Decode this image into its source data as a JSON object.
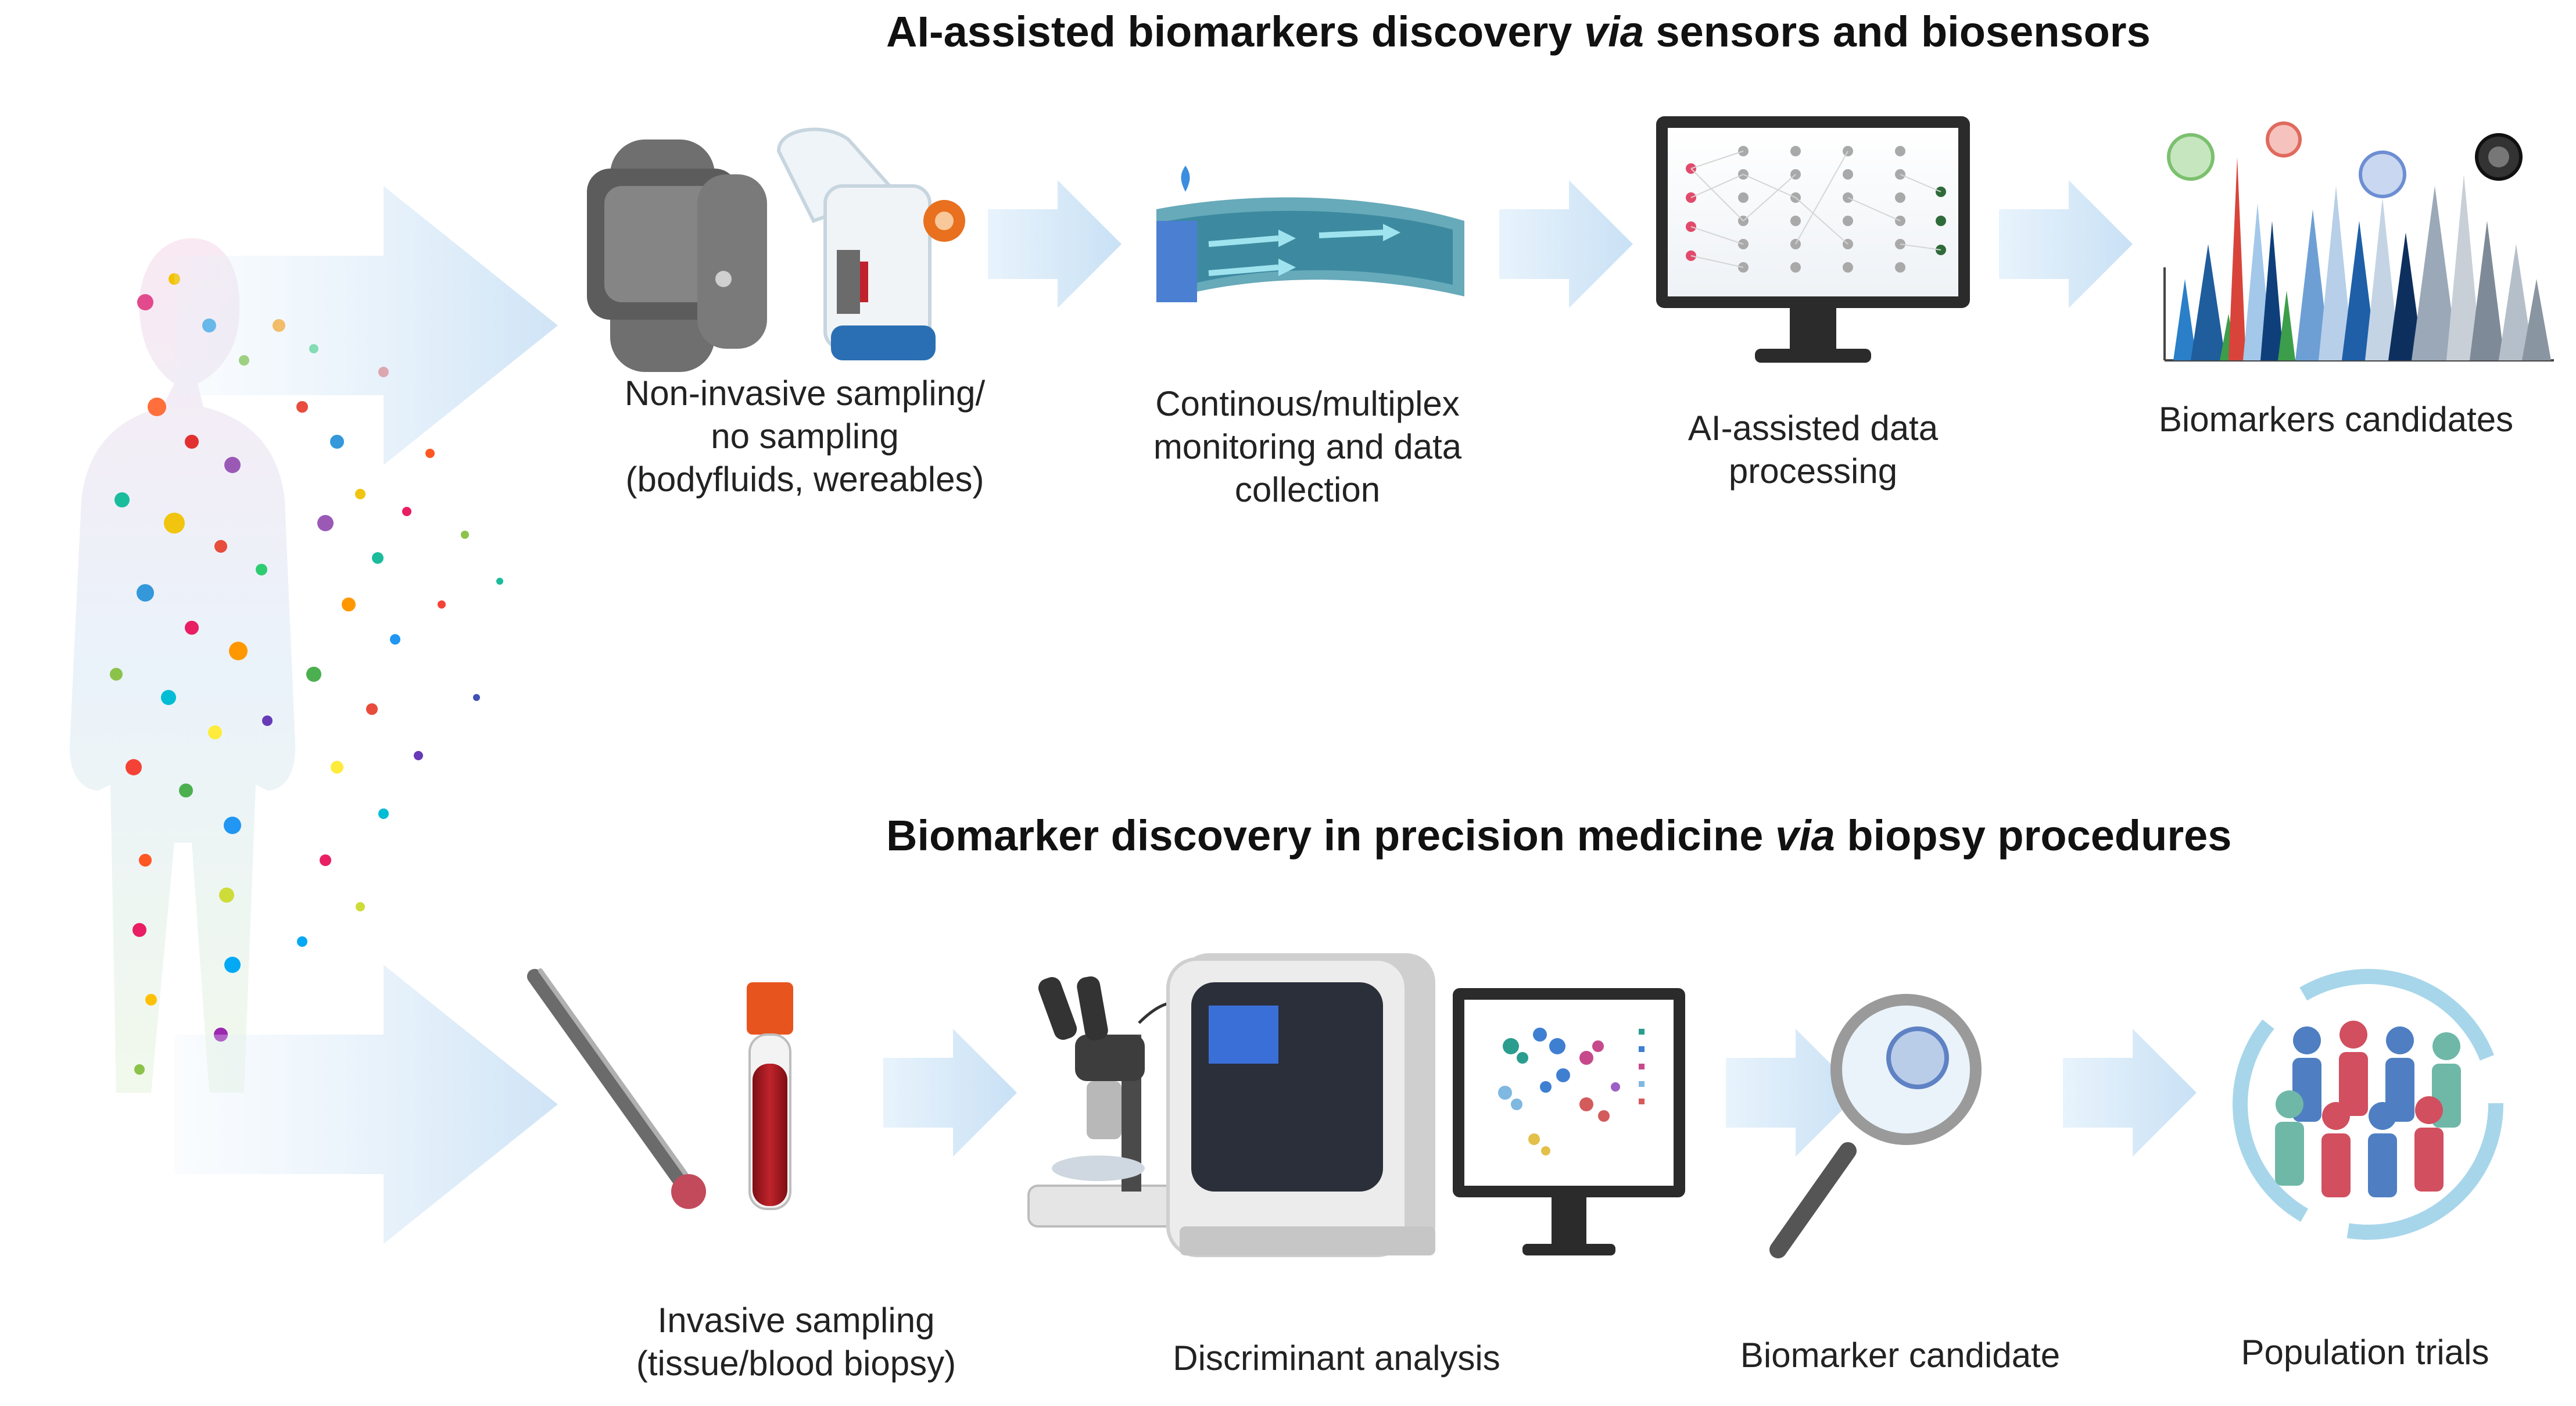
{
  "top_title": {
    "pre": "AI-assisted biomarkers discovery ",
    "via": "via",
    "post": " sensors and biosensors"
  },
  "bottom_title": {
    "pre": "Biomarker discovery in precision medicine ",
    "via": "via",
    "post": " biopsy procedures"
  },
  "top_steps": [
    {
      "lines": [
        "Non-invasive sampling/",
        "no sampling",
        "(bodyfluids, wereables)"
      ]
    },
    {
      "lines": [
        "Continous/multiplex",
        "monitoring and data",
        "collection"
      ]
    },
    {
      "lines": [
        "AI-assisted data",
        "processing"
      ]
    },
    {
      "lines": [
        "Biomarkers candidates"
      ]
    }
  ],
  "bottom_steps": [
    {
      "lines": [
        "Invasive sampling",
        "(tissue/blood biopsy)"
      ]
    },
    {
      "lines": [
        "Discriminant analysis"
      ]
    },
    {
      "lines": [
        "Biomarker candidate"
      ]
    },
    {
      "lines": [
        "Population trials"
      ]
    }
  ],
  "colors": {
    "arrow": "#d6e9f8",
    "device_gray": "#6d6d6d",
    "monitor": "#2b2b2b",
    "tube_red": "#a3161c",
    "cap_orange": "#e8541e",
    "accent_blue": "#2a7fc8"
  }
}
